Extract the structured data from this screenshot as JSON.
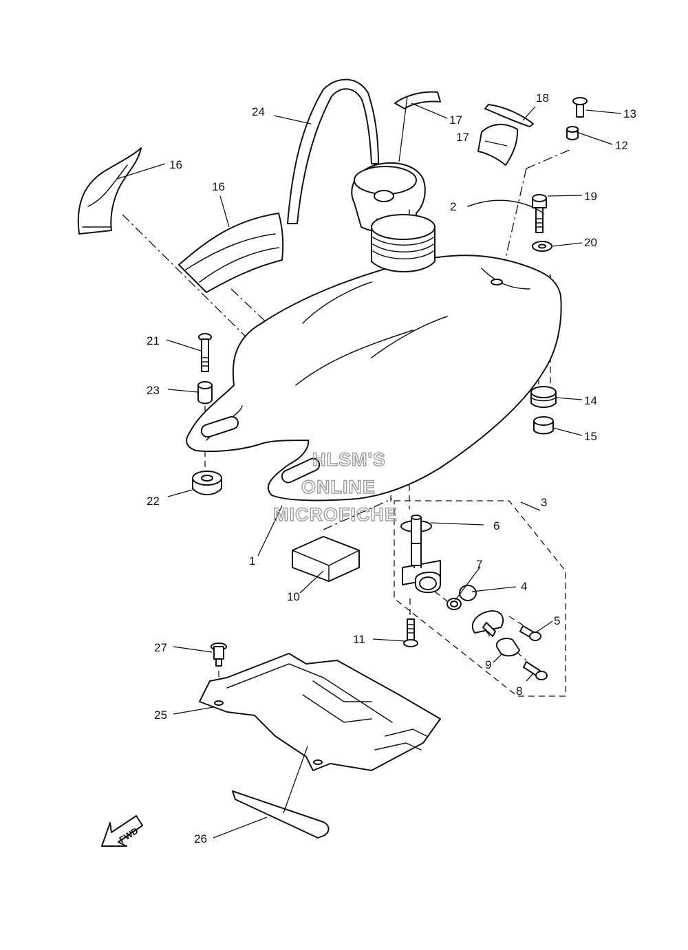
{
  "watermark": {
    "line1": "HLSM'S",
    "line2": "ONLINE",
    "line3": "MICROFICHE"
  },
  "fwd_label": "FWD",
  "callouts": {
    "c1": "1",
    "c2": "2",
    "c3": "3",
    "c4": "4",
    "c5": "5",
    "c6": "6",
    "c7": "7",
    "c8": "8",
    "c9": "9",
    "c10": "10",
    "c11": "11",
    "c12": "12",
    "c13": "13",
    "c14": "14",
    "c15": "15",
    "c16a": "16",
    "c16b": "16",
    "c17a": "17",
    "c17b": "17",
    "c18": "18",
    "c19": "19",
    "c20": "20",
    "c21": "21",
    "c22": "22",
    "c23": "23",
    "c24": "24",
    "c25": "25",
    "c26": "26",
    "c27": "27"
  },
  "icons": {
    "fwd_arrow": "fwd-arrow-icon"
  }
}
